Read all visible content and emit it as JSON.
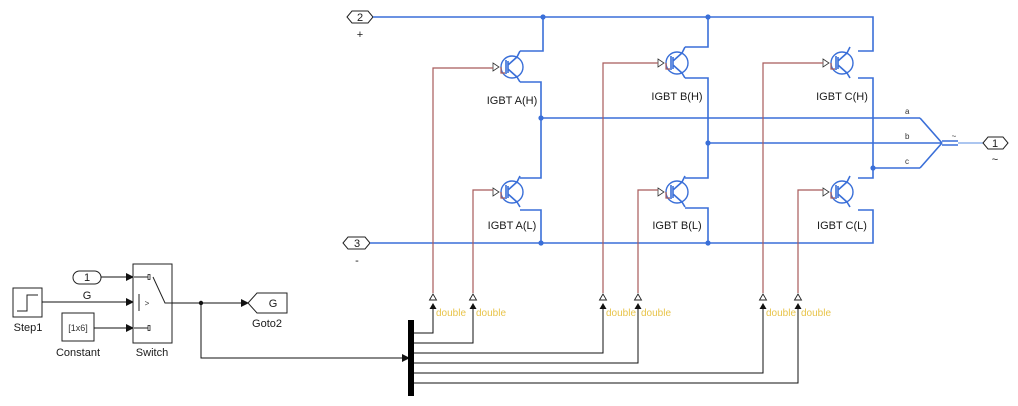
{
  "diagram": {
    "ports": {
      "dc_plus": {
        "number": "2",
        "label": "+"
      },
      "dc_minus": {
        "number": "3",
        "label": "-"
      },
      "ac_out": {
        "number": "1",
        "label": "~"
      }
    },
    "igbts": [
      {
        "name": "IGBT A(H)"
      },
      {
        "name": "IGBT B(H)"
      },
      {
        "name": "IGBT C(H)"
      },
      {
        "name": "IGBT A(L)"
      },
      {
        "name": "IGBT B(L)"
      },
      {
        "name": "IGBT C(L)"
      }
    ],
    "phase_labels": [
      "a",
      "b",
      "c"
    ],
    "mux_symbol": "~",
    "converters": [
      "double",
      "double",
      "double",
      "double",
      "double",
      "double"
    ],
    "blocks": {
      "from_tag": {
        "value": "1",
        "label": "G"
      },
      "step": {
        "label": "Step1"
      },
      "constant": {
        "value": "[1x6]",
        "label": "Constant"
      },
      "switch": {
        "label": "Switch",
        "criteria": ">"
      },
      "goto": {
        "tag": "G",
        "label": "Goto2"
      }
    },
    "colors": {
      "electrical_wire": "#3a6fd8",
      "gate_signal_wire": "#a85a5a",
      "signal_wire": "#111111",
      "datatype_label": "#e8c44a"
    }
  }
}
